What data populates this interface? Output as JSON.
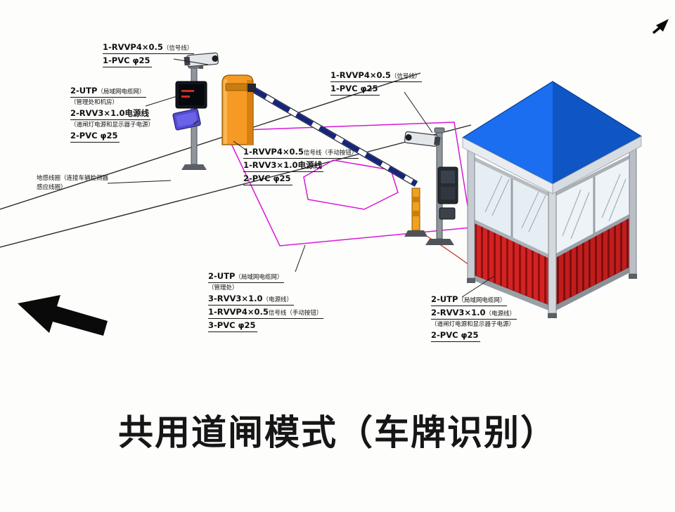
{
  "title": "共用道闸模式（车牌识别）",
  "colors": {
    "booth_roof_blue": "#1663dd",
    "booth_panel_red": "#d42222",
    "barrier_machine_orange": "#f59b25",
    "barrier_arm_blue": "#15247e",
    "detection_zone_magenta": "#d619d6",
    "flood_light_purple": "#544bd2"
  },
  "callouts": {
    "camera_left": {
      "l1": "1-RVVP4×0.5",
      "l1s": "（信号线）",
      "l2": "1-PVC φ25"
    },
    "pole_left_cables": {
      "l1": "2-UTP",
      "l1s": "（局域网电缆网）",
      "l2s": "（管理处和机房）",
      "l3": "2-RVV3×1.0电源线",
      "l4s": "（道闸灯电源和显示器子电源）",
      "l5": "2-PVC φ25"
    },
    "barrier_cables": {
      "l1": "1-RVVP4×0.5",
      "l1s": "信号线（手动按钮）",
      "l2": "1-RVV3×1.0电源线",
      "l3": "2-PVC φ25"
    },
    "camera_right": {
      "l1": "1-RVVP4×0.5",
      "l1s": "（信号线）",
      "l2": "1-PVC φ25"
    },
    "lane_cables": {
      "l1": "2-UTP",
      "l1s": "（局域网电缆网）",
      "l2s": "（管理处）",
      "l3": "3-RVV3×1.0",
      "l3s": "（电源线）",
      "l4": "1-RVVP4×0.5",
      "l4s": "信号线（手动按钮）",
      "l5": "3-PVC φ25"
    },
    "booth_cables": {
      "l1": "2-UTP",
      "l1s": "（局域网电缆网）",
      "l2": "2-RVV3×1.0",
      "l2s": "（电源线）",
      "l3s": "（道闸灯电源和显示器子电源）",
      "l4": "2-PVC φ25"
    },
    "loop_note": {
      "l1": "地感线圈（连接车辆检测器",
      "l2": "感应线圈）"
    }
  }
}
